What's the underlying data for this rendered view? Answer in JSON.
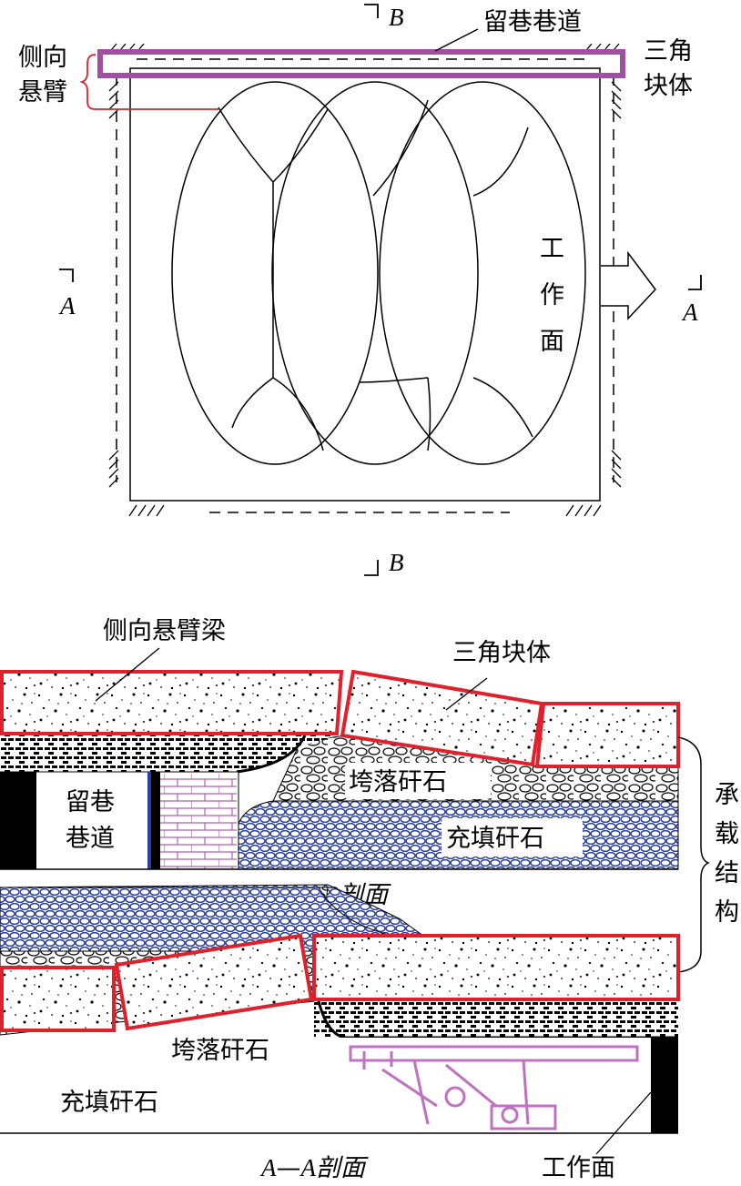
{
  "plan_view": {
    "top_label_retained_roadway": "留巷巷道",
    "side_cantilever": [
      "侧向",
      "悬臂"
    ],
    "triangle_block": [
      "三角",
      "块体"
    ],
    "working_face": [
      "工",
      "作",
      "面"
    ],
    "section_mark_b": "B",
    "section_mark_a": "A"
  },
  "section_bb": {
    "title_prefix": "B",
    "title_dash": "—",
    "title_suffix": "B剖面",
    "cantilever_beam": "侧向悬臂梁",
    "triangle_block": "三角块体",
    "caved_gangue": "垮落矸石",
    "filling_gangue": "充填矸石",
    "roadway": [
      "留巷",
      "巷道"
    ]
  },
  "bearing_structure": [
    "承",
    "载",
    "结",
    "构"
  ],
  "section_aa": {
    "title_prefix": "A",
    "title_dash": "—",
    "title_suffix": "A剖面",
    "caved_gangue": "垮落矸石",
    "filling_gangue": "充填矸石",
    "working_face": "工作面"
  },
  "colors": {
    "highlight_red": "#e0202a",
    "roadway_purple": "#a050a0",
    "fill_blue": "#2a3fa0",
    "support_magenta": "#c070c0"
  }
}
